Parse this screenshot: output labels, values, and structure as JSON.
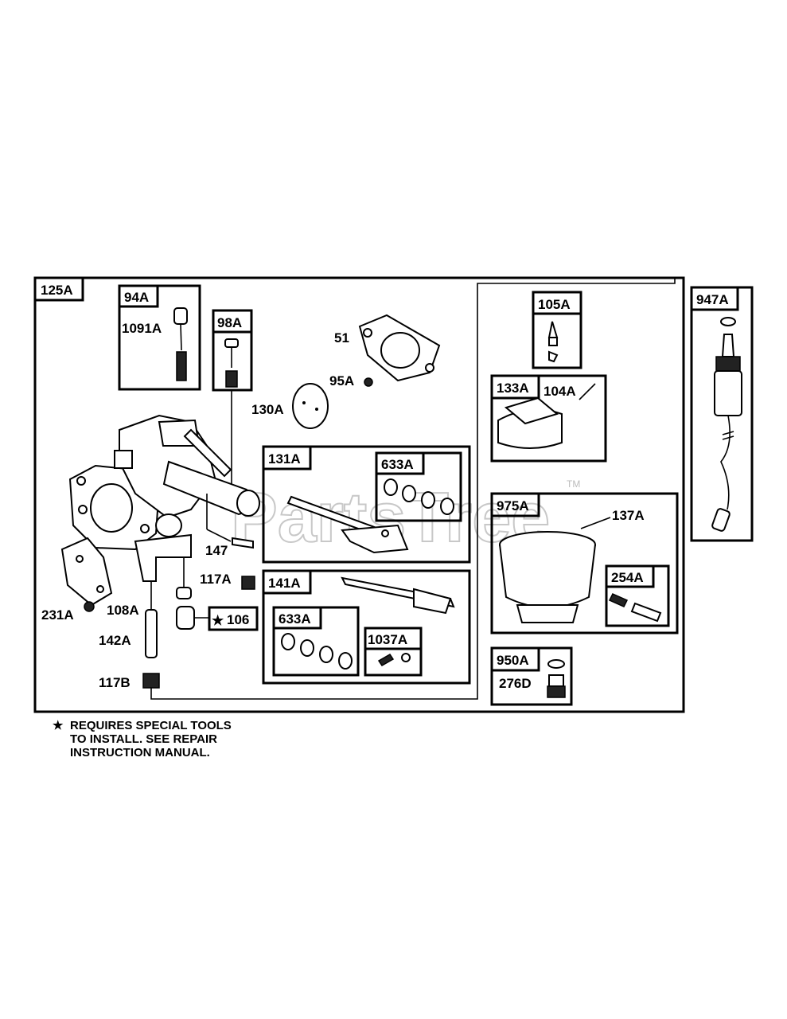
{
  "watermark": {
    "text": "PartsTree",
    "tm": "TM"
  },
  "labels": {
    "l125A": "125A",
    "l94A": "94A",
    "l1091A": "1091A",
    "l98A": "98A",
    "l51": "51",
    "l95A": "95A",
    "l130A": "130A",
    "l131A": "131A",
    "l633A_top": "633A",
    "l147": "147",
    "l117A": "117A",
    "l141A": "141A",
    "l633A_bottom": "633A",
    "l1037A": "1037A",
    "l106": "106",
    "l231A": "231A",
    "l108A": "108A",
    "l142A": "142A",
    "l117B": "117B",
    "l105A": "105A",
    "l133A": "133A",
    "l104A": "104A",
    "l975A": "975A",
    "l137A": "137A",
    "l254A": "254A",
    "l950A": "950A",
    "l276D": "276D",
    "l947A": "947A"
  },
  "note": {
    "star": "★",
    "lines": [
      "REQUIRES SPECIAL TOOLS",
      "TO INSTALL.  SEE REPAIR",
      "INSTRUCTION MANUAL."
    ]
  }
}
